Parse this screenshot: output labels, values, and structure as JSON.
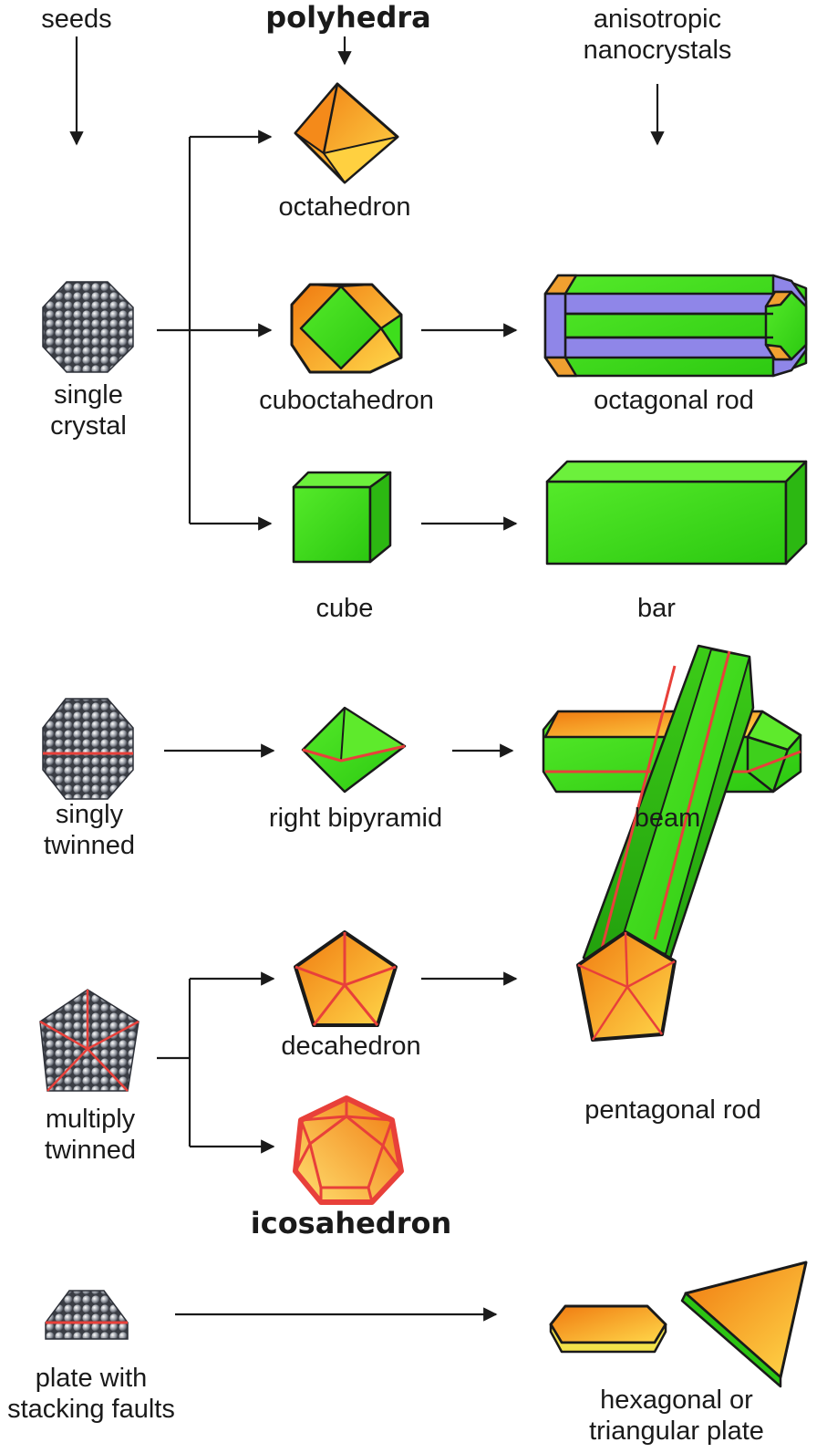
{
  "columns": {
    "seeds": "seeds",
    "polyhedra": "polyhedra",
    "anisotropic": "anisotropic\nnanocrystals"
  },
  "seeds": {
    "single_crystal": "single\ncrystal",
    "singly_twinned": "singly\ntwinned",
    "multiply_twinned": "multiply\ntwinned",
    "plate_stacking": "plate with\nstacking faults"
  },
  "polyhedra": {
    "octahedron": "octahedron",
    "cuboctahedron": "cuboctahedron",
    "cube": "cube",
    "right_bipyramid": "right bipyramid",
    "decahedron": "decahedron",
    "icosahedron": "icosahedron"
  },
  "products": {
    "octagonal_rod": "octagonal rod",
    "bar": "bar",
    "beam": "beam",
    "pentagonal_rod": "pentagonal rod",
    "plate": "hexagonal or\ntriangular plate"
  },
  "colors": {
    "orange": "#f39a1e",
    "yellow": "#ffd84a",
    "green": "#3ede1c",
    "green_dark": "#1f9a0c",
    "purple": "#8f86e8",
    "twin_red": "#e8403a",
    "line": "#1a1a1a"
  }
}
